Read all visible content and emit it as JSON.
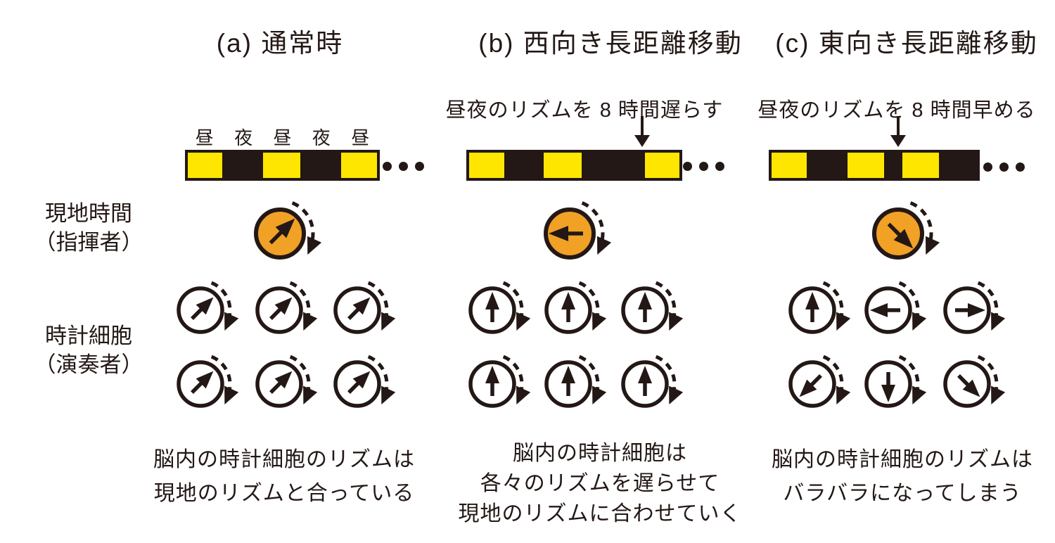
{
  "colors": {
    "ink": "#231815",
    "day_yellow": "#FFE600",
    "night_black": "#231815",
    "conductor_orange": "#F0A126",
    "cell_white": "#FFFFFF",
    "background": "#FFFFFF"
  },
  "rotation_direction": "clockwise",
  "day_night_labels": [
    "昼",
    "夜",
    "昼",
    "夜",
    "昼"
  ],
  "row_labels": {
    "local_time_line1": "現地時間",
    "local_time_line2": "（指揮者）",
    "clock_cells_line1": "時計細胞",
    "clock_cells_line2": "（演奏者）"
  },
  "columns": [
    {
      "id": "a",
      "header": "(a) 通常時",
      "annotation": "",
      "bar_segments": [
        [
          4,
          49
        ],
        [
          111,
          53
        ],
        [
          222,
          51
        ]
      ],
      "conductor_angle": 45,
      "cell_angles": [
        [
          45,
          45,
          45
        ],
        [
          45,
          45,
          45
        ]
      ],
      "caption": [
        "脳内の時計細胞のリズムは",
        "現地のリズムと合っている"
      ]
    },
    {
      "id": "b",
      "header": "(b) 西向き長距離移動",
      "annotation": "昼夜のリズムを 8 時間遅らす",
      "bar_segments": [
        [
          4,
          50
        ],
        [
          110,
          54
        ],
        [
          254,
          49
        ]
      ],
      "conductor_angle": 270,
      "cell_angles": [
        [
          0,
          0,
          0
        ],
        [
          0,
          0,
          0
        ]
      ],
      "caption": [
        "脳内の時計細胞は",
        "各々のリズムを遅らせて",
        "現地のリズムに合わせていく"
      ]
    },
    {
      "id": "c",
      "header": "(c) 東向き長距離移動",
      "annotation": "昼夜のリズムを 8 時間早める",
      "bar_segments": [
        [
          4,
          50
        ],
        [
          112,
          52
        ],
        [
          190,
          52
        ]
      ],
      "conductor_angle": 135,
      "cell_angles": [
        [
          0,
          270,
          90
        ],
        [
          225,
          180,
          135
        ]
      ],
      "caption": [
        "脳内の時計細胞のリズムは",
        "バラバラになってしまう"
      ]
    }
  ]
}
